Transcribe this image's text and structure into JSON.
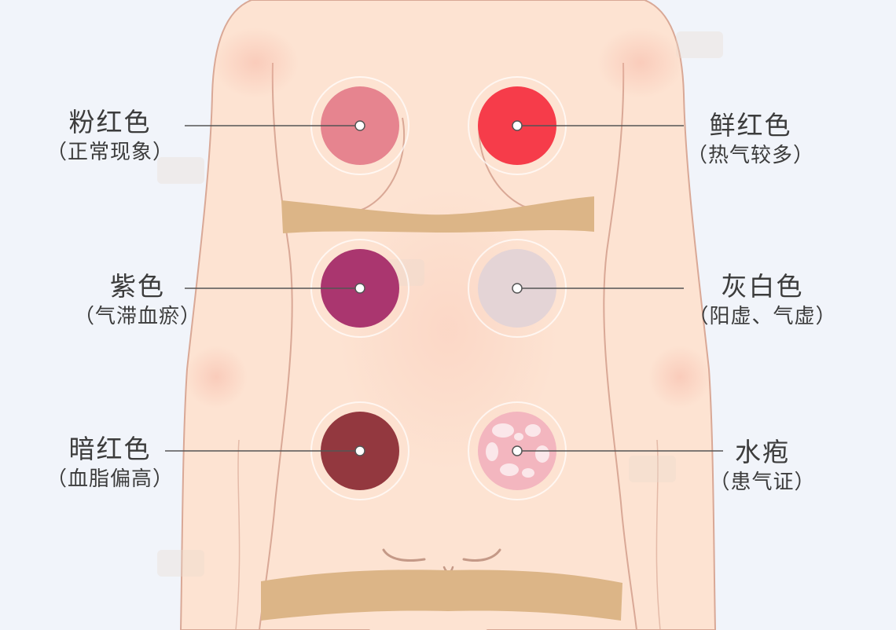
{
  "colors": {
    "background": "#f1f4fa",
    "skin": "#fde3d2",
    "outline": "#d9a896",
    "garment": "#dcb587",
    "pink": "#e6848f",
    "bright_red": "#f63c4a",
    "purple": "#aa366f",
    "grey_white": "#e4d4d6",
    "dark_red": "#93383f",
    "blister": "#f3b6bf"
  },
  "spots": [
    {
      "title": "粉红色",
      "subtitle": "（正常现象）",
      "color": "#e6848f",
      "icon": "pink-spot-icon"
    },
    {
      "title": "鲜红色",
      "subtitle": "（热气较多）",
      "color": "#f63c4a",
      "icon": "bright-red-spot-icon"
    },
    {
      "title": "紫色",
      "subtitle": "（气滞血瘀）",
      "color": "#aa366f",
      "icon": "purple-spot-icon"
    },
    {
      "title": "灰白色",
      "subtitle": "（阳虚、气虚）",
      "color": "#e4d4d6",
      "icon": "grey-white-spot-icon"
    },
    {
      "title": "暗红色",
      "subtitle": "（血脂偏高）",
      "color": "#93383f",
      "icon": "dark-red-spot-icon"
    },
    {
      "title": "水疱",
      "subtitle": "（患气证）",
      "color": "#f3b6bf",
      "icon": "blister-spot-icon"
    }
  ]
}
